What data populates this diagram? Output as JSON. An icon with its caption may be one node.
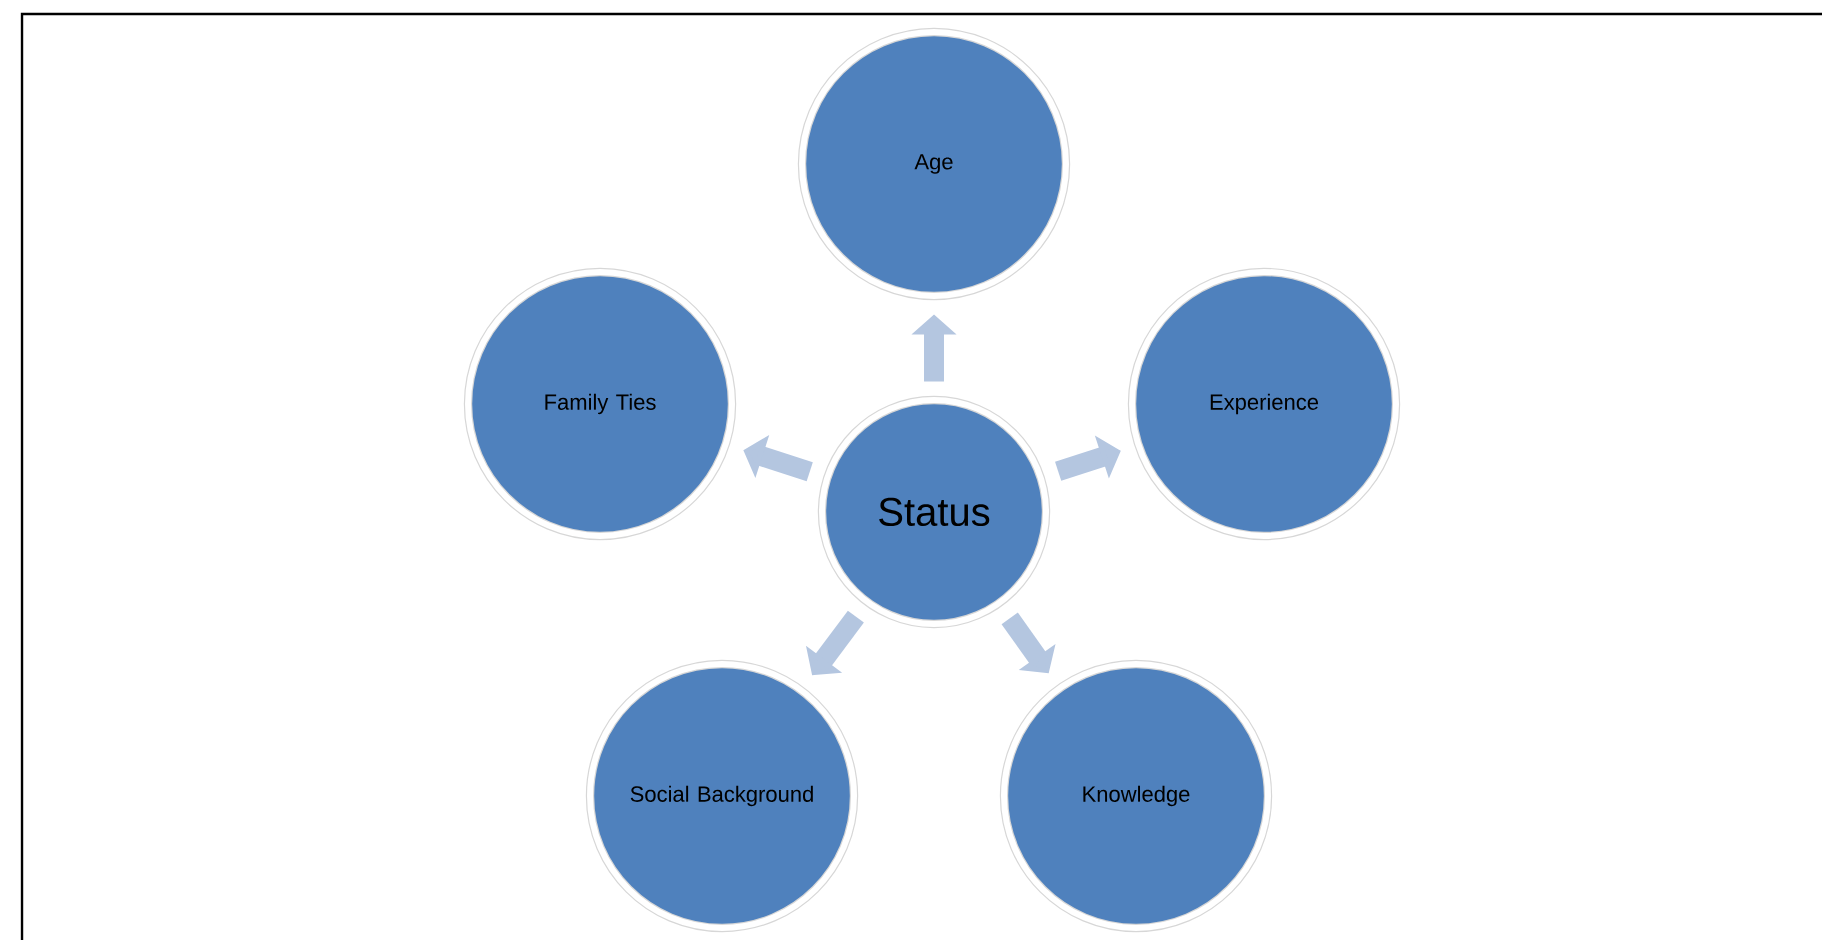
{
  "diagram": {
    "nodes": [
      {
        "text": [
          "Status"
        ]
      },
      {
        "text": [
          "Age"
        ]
      },
      {
        "text": [
          "Experience"
        ]
      },
      {
        "text": [
          "Knowledge"
        ]
      },
      {
        "text": [
          "Social Background"
        ]
      },
      {
        "text": [
          "Family Ties"
        ]
      }
    ],
    "edges": [
      {
        "from": 0,
        "to": 1,
        "arrow": "to"
      },
      {
        "from": 0,
        "to": 2,
        "arrow": "to"
      },
      {
        "from": 0,
        "to": 3,
        "arrow": "to"
      },
      {
        "from": 0,
        "to": 4,
        "arrow": "to"
      },
      {
        "from": 0,
        "to": 5,
        "arrow": "to"
      }
    ]
  }
}
